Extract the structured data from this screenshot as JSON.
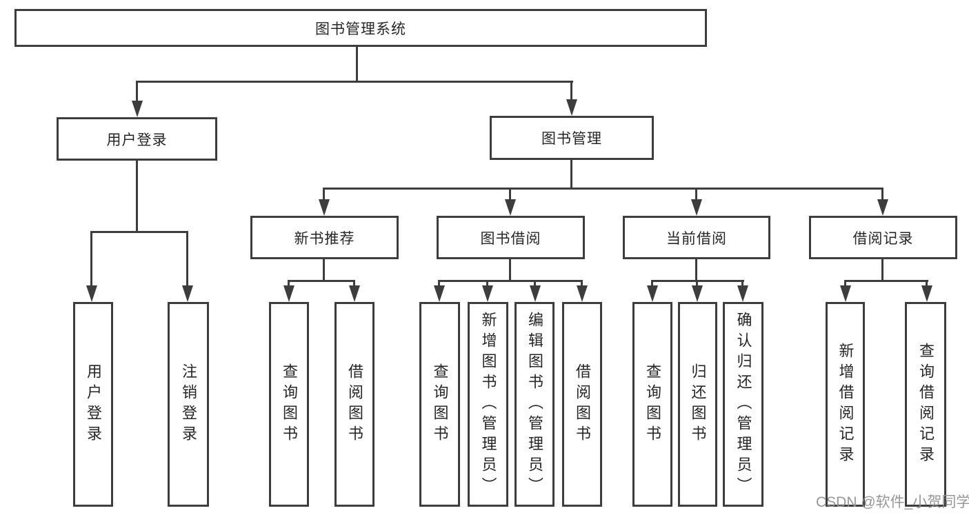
{
  "tree": {
    "root": {
      "label": "图书管理系统"
    },
    "branches": [
      {
        "label": "用户登录",
        "children": [
          {
            "label": "用户登录"
          },
          {
            "label": "注销登录"
          }
        ]
      },
      {
        "label": "图书管理",
        "children": [
          {
            "label": "新书推荐",
            "children": [
              {
                "label": "查询图书"
              },
              {
                "label": "借阅图书"
              }
            ]
          },
          {
            "label": "图书借阅",
            "children": [
              {
                "label": "查询图书"
              },
              {
                "label": "新增图书（管理员）"
              },
              {
                "label": "编辑图书（管理员）"
              },
              {
                "label": "借阅图书"
              }
            ]
          },
          {
            "label": "当前借阅",
            "children": [
              {
                "label": "查询图书"
              },
              {
                "label": "归还图书"
              },
              {
                "label": "确认归还（管理员）"
              }
            ]
          },
          {
            "label": "借阅记录",
            "children": [
              {
                "label": "新增借阅记录"
              },
              {
                "label": "查询借阅记录"
              }
            ]
          }
        ]
      }
    ]
  },
  "watermark": {
    "text": "CSDN @软件_小贺同学"
  },
  "colors": {
    "line": "#3d3d3d",
    "box_border": "#3d3d3d",
    "box_fill": "#ffffff",
    "text": "#262626",
    "watermark": "#919191",
    "background": "#ffffff"
  }
}
